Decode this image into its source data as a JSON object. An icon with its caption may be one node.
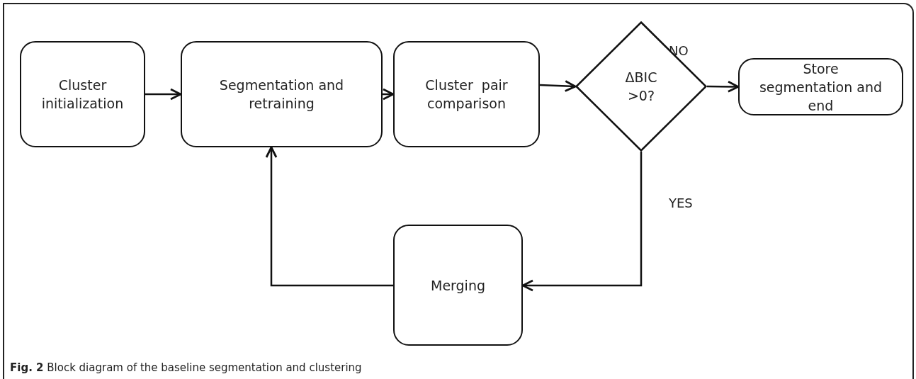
{
  "diagram": {
    "caption": "**Fig. 2** Block diagram of the baseline segmentation and clustering",
    "nodes": [
      {
        "text": [
          "Cluster initialization"
        ]
      },
      {
        "text": [
          "Segmentation and retraining"
        ]
      },
      {
        "text": [
          "Cluster  pair comparison"
        ]
      },
      {
        "text": [
          "ΔBIC >0?"
        ]
      },
      {
        "text": [
          "Store segmentation and end"
        ]
      },
      {
        "text": [
          "Merging"
        ]
      }
    ],
    "edges": [
      {
        "from": 0,
        "to": 1,
        "arrow": "to"
      },
      {
        "from": 1,
        "to": 2,
        "arrow": "to"
      },
      {
        "from": 2,
        "to": 3,
        "arrow": "to"
      },
      {
        "from": 3,
        "to": 4,
        "arrow": "to",
        "label": "NO"
      },
      {
        "from": 3,
        "to": 5,
        "arrow": "to",
        "label": "YES"
      },
      {
        "from": 5,
        "to": 1,
        "arrow": "to"
      }
    ]
  }
}
